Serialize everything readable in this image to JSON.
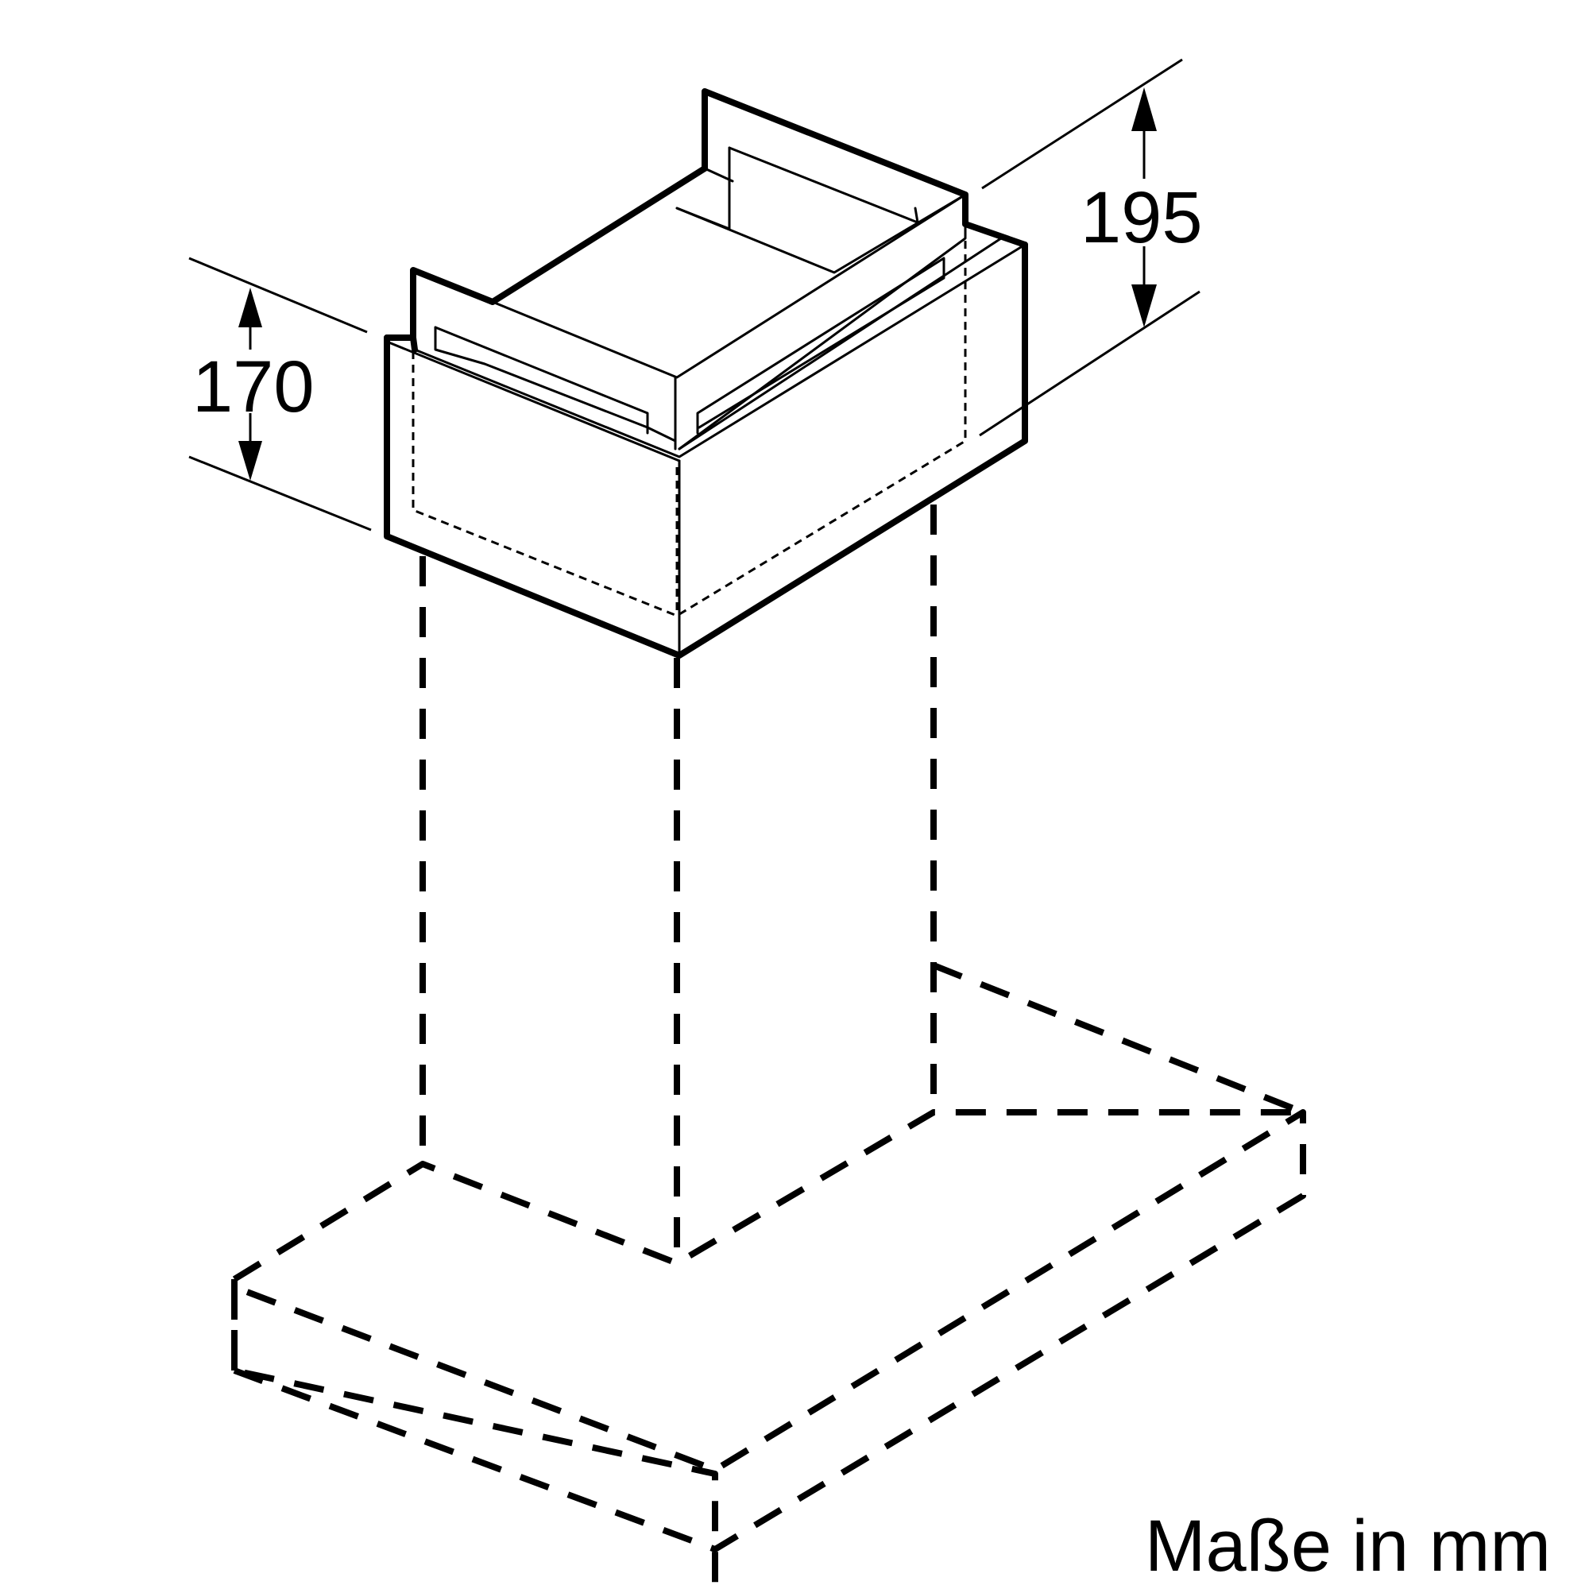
{
  "dimensions": {
    "height_small": "170",
    "height_large": "195"
  },
  "unit_label": "Maße in mm"
}
